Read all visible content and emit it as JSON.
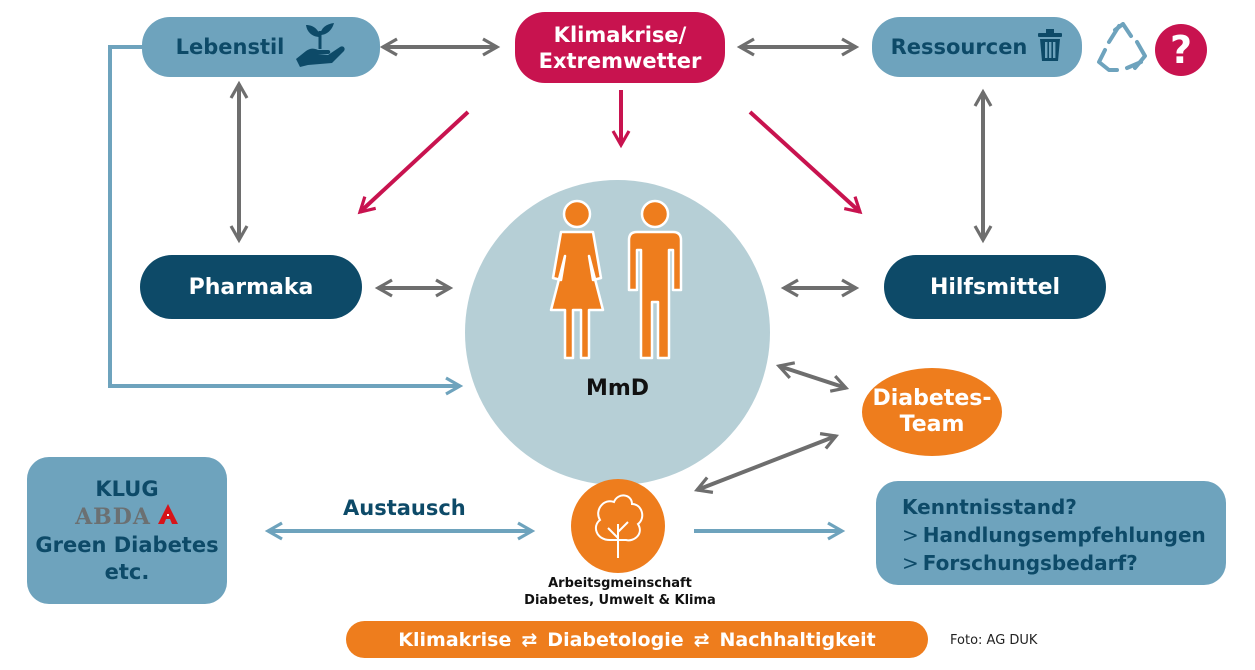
{
  "nodes": {
    "lebenstil": "Lebenstil",
    "klima_line1": "Klimakrise/",
    "klima_line2": "Extremwetter",
    "ressourcen": "Ressourcen",
    "pharmaka": "Pharmaka",
    "hilfsmittel": "Hilfsmittel",
    "center": "MmD",
    "team_line1": "Diabetes-",
    "team_line2": "Team",
    "klug_line1": "KLUG",
    "abda": "ABDA",
    "klug_line3": "Green Diabetes",
    "klug_line4": "etc.",
    "knowledge_line1": "Kenntnisstand?",
    "knowledge_line2": "Handlungsempfehlungen",
    "knowledge_line3": "Forschungsbedarf?",
    "knowledge_prefix": ">",
    "austausch": "Austausch",
    "ag_line1": "Arbeitsgmeinschaft",
    "ag_line2": "Diabetes, Umwelt & Klima"
  },
  "banner": {
    "part1": "Klimakrise",
    "part2": "Diabetologie",
    "part3": "Nachhaltigkeit",
    "separator": "⇄"
  },
  "credit": "Foto: AG DUK",
  "icons": {
    "lebenstil": "plant-hand-icon",
    "ressourcen": "trash-icon",
    "extra1": "recycle-icon",
    "extra2": "question-icon",
    "people": "people-icon",
    "tree": "tree-icon",
    "pharmacy": "pharmacy-a-icon"
  },
  "colors": {
    "light_blue": "#6ea3bd",
    "dark_blue": "#0d4a68",
    "crimson": "#c8134f",
    "orange": "#ee7d1d",
    "circle": "#b6cfd6",
    "arrow_gray": "#6e6e6e"
  }
}
